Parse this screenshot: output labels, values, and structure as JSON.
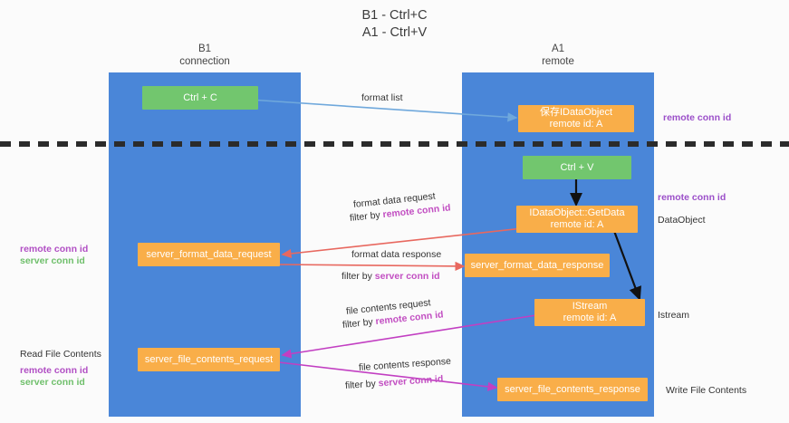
{
  "title": {
    "line1": "B1 - Ctrl+C",
    "line2": "A1 - Ctrl+V"
  },
  "columns": [
    {
      "name": "B1",
      "sub": "connection"
    },
    {
      "name": "A1",
      "sub": "remote"
    }
  ],
  "nodes": {
    "ctrl_c": {
      "label": "Ctrl + C"
    },
    "idataobject_top": {
      "line1": "保存IDataObject",
      "line2": "remote id: A"
    },
    "ctrl_v": {
      "label": "Ctrl + V"
    },
    "getdata": {
      "line1": "IDataObject::GetData",
      "line2": "remote id: A"
    },
    "server_format_data_request": {
      "label": "server_format_data_request"
    },
    "server_format_data_response": {
      "label": "server_format_data_response"
    },
    "istream": {
      "line1": "IStream",
      "line2": "remote id: A"
    },
    "server_file_contents_request": {
      "label": "server_file_contents_request"
    },
    "server_file_contents_response": {
      "label": "server_file_contents_response"
    }
  },
  "edge_labels": {
    "format_list": "format list",
    "format_data_request": "format data request",
    "format_data_request_filter_prefix": "filter by ",
    "format_data_request_filter_key": "remote conn id",
    "format_data_response": "format data response",
    "format_data_response_filter_prefix": "filter by ",
    "format_data_response_filter_key": "server conn id",
    "file_contents_request": "file contents request",
    "file_contents_request_filter_prefix": "filter by ",
    "file_contents_request_filter_key": "remote conn id",
    "file_contents_response": "file contents response",
    "file_contents_response_filter_prefix": "filter by ",
    "file_contents_response_filter_key": "server conn id"
  },
  "annotations": {
    "left_mid_remote": "remote conn id",
    "left_mid_server": "server conn id",
    "left_read_file_contents": "Read File Contents",
    "left_low_remote": "remote conn id",
    "left_low_server": "server conn id",
    "right_top_remote": "remote conn id",
    "right_mid_remote": "remote conn id",
    "right_dataobject": "DataObject",
    "right_istream": "Istream",
    "right_write_file_contents": "Write File Contents"
  },
  "colors": {
    "lane": "#4a86d8",
    "green_node": "#72c66e",
    "orange_node": "#f9ae49",
    "edge_blue": "#6fa8dc",
    "edge_red": "#e8685f",
    "edge_magenta": "#c23fc2",
    "edge_black": "#111111",
    "remote_key": "#b14fc4",
    "server_key": "#6fbf6b"
  }
}
